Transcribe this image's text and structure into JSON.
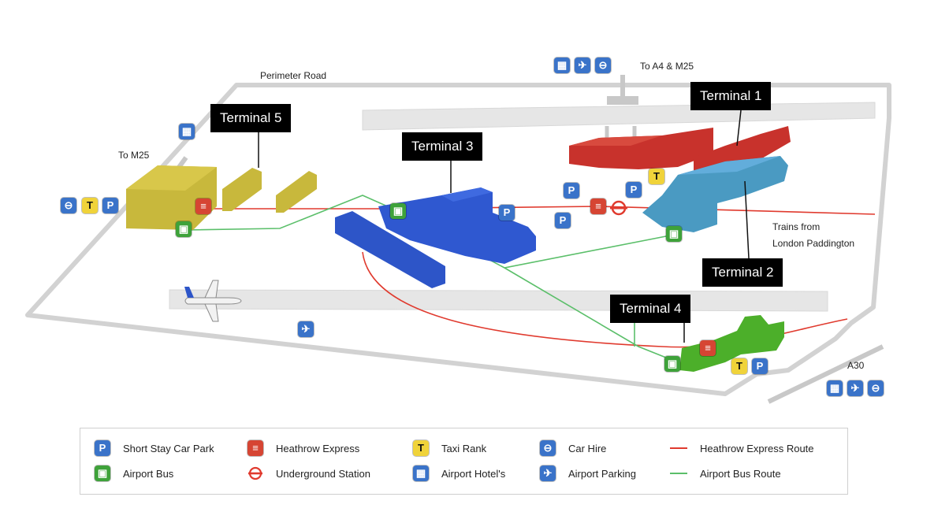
{
  "labels": {
    "perimeter_road": "Perimeter Road",
    "to_a4_m25": "To A4 & M25",
    "to_m25": "To M25",
    "trains_from": "Trains from",
    "london_paddington": "London Paddington",
    "a30": "A30"
  },
  "terminals": {
    "t1": "Terminal 1",
    "t2": "Terminal 2",
    "t3": "Terminal 3",
    "t4": "Terminal 4",
    "t5": "Terminal 5"
  },
  "icon_glyphs": {
    "car_park": "P",
    "taxi": "T",
    "bus": "▣",
    "express": "≡",
    "hotel": "▦",
    "car_hire": "⊖",
    "parking": "✈"
  },
  "legend": {
    "short_stay": "Short Stay Car Park",
    "airport_bus": "Airport Bus",
    "heathrow_express": "Heathrow Express",
    "underground": "Underground Station",
    "taxi_rank": "Taxi Rank",
    "airport_hotels": "Airport Hotel's",
    "car_hire": "Car Hire",
    "airport_parking": "Airport Parking",
    "express_route": "Heathrow Express Route",
    "bus_route": "Airport Bus Route"
  },
  "colors": {
    "terminal_1": "#c8322c",
    "terminal_2": "#4a9ac2",
    "terminal_3": "#2d55c8",
    "terminal_4": "#4caf2a",
    "terminal_5": "#c8b83c",
    "express_route": "#e03a2e",
    "bus_route": "#5bbf6a",
    "runway": "#e4e4e4",
    "perimeter": "#cfcfcf"
  }
}
